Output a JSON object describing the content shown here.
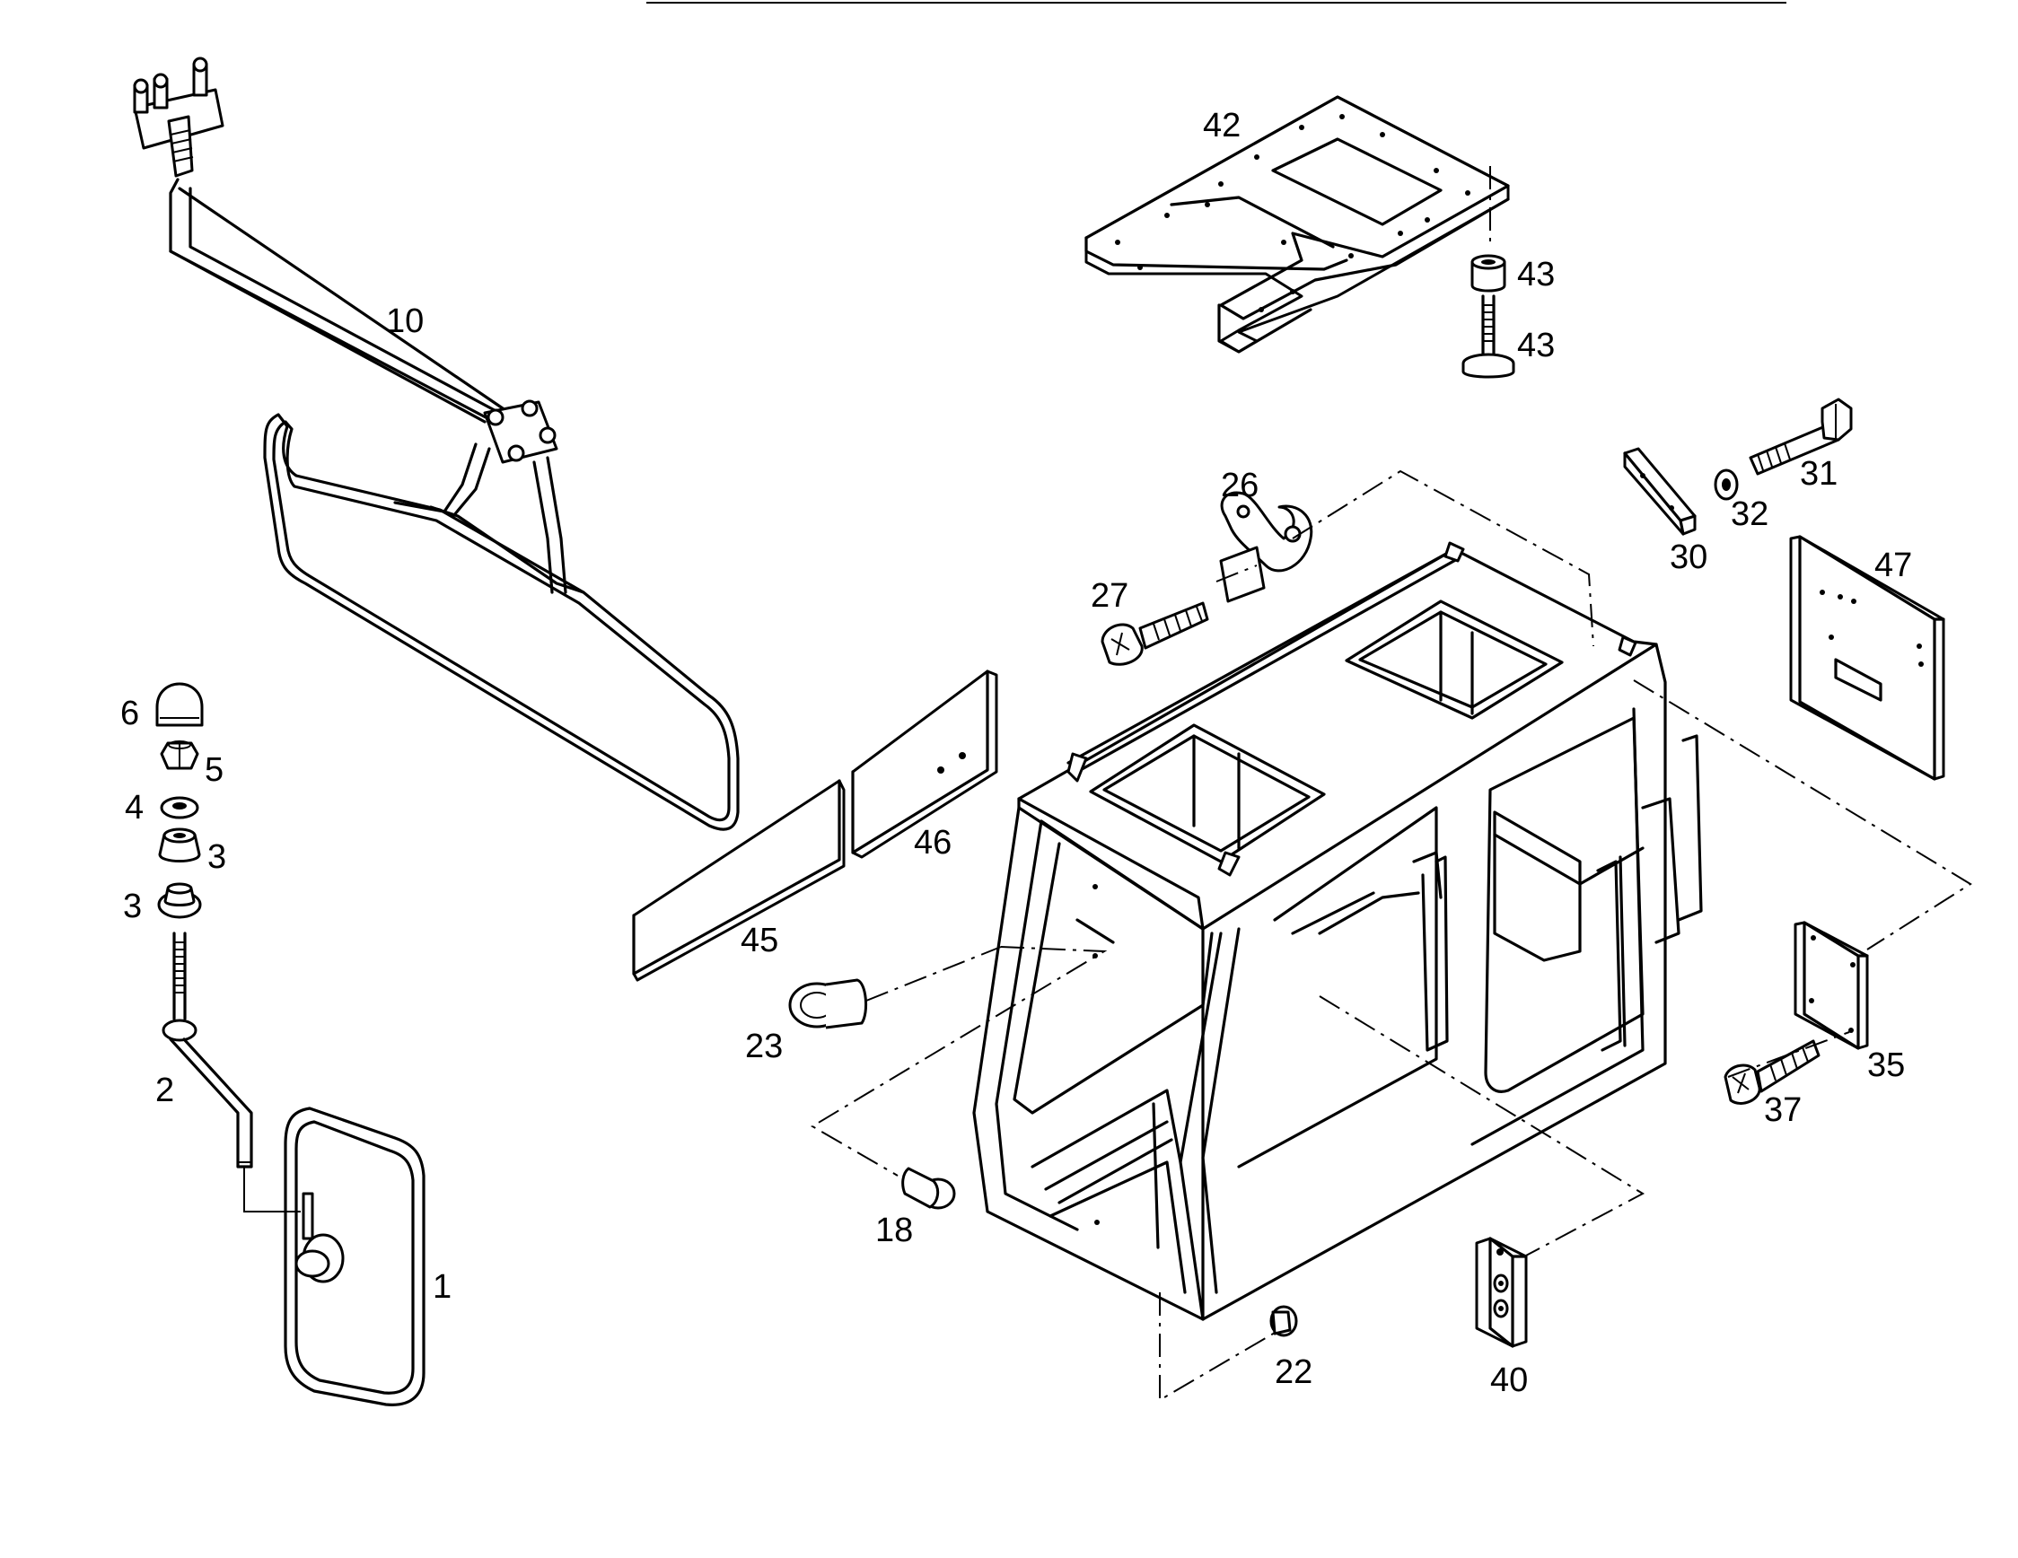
{
  "parts": [
    {
      "id": "p1",
      "number": "1",
      "name": "mirror-glass"
    },
    {
      "id": "p2",
      "number": "2",
      "name": "mirror-arm"
    },
    {
      "id": "p3a",
      "number": "3",
      "name": "rubber-bush-upper"
    },
    {
      "id": "p3b",
      "number": "3",
      "name": "rubber-bush-lower"
    },
    {
      "id": "p4",
      "number": "4",
      "name": "washer"
    },
    {
      "id": "p5",
      "number": "5",
      "name": "hex-nut"
    },
    {
      "id": "p6",
      "number": "6",
      "name": "cap-nut"
    },
    {
      "id": "p10",
      "number": "10",
      "name": "sun-visor"
    },
    {
      "id": "p18",
      "number": "18",
      "name": "plug"
    },
    {
      "id": "p22",
      "number": "22",
      "name": "plug"
    },
    {
      "id": "p23",
      "number": "23",
      "name": "plug"
    },
    {
      "id": "p26",
      "number": "26",
      "name": "hook"
    },
    {
      "id": "p27",
      "number": "27",
      "name": "screw"
    },
    {
      "id": "p30",
      "number": "30",
      "name": "plate"
    },
    {
      "id": "p31",
      "number": "31",
      "name": "bolt"
    },
    {
      "id": "p32",
      "number": "32",
      "name": "washer"
    },
    {
      "id": "p35",
      "number": "35",
      "name": "cover-plate"
    },
    {
      "id": "p37",
      "number": "37",
      "name": "screw"
    },
    {
      "id": "p40",
      "number": "40",
      "name": "plate"
    },
    {
      "id": "p42",
      "number": "42",
      "name": "roof-plate"
    },
    {
      "id": "p43a",
      "number": "43",
      "name": "spacer"
    },
    {
      "id": "p43b",
      "number": "43",
      "name": "stud"
    },
    {
      "id": "p45",
      "number": "45",
      "name": "seal-strip"
    },
    {
      "id": "p46",
      "number": "46",
      "name": "panel"
    },
    {
      "id": "p47",
      "number": "47",
      "name": "panel"
    }
  ]
}
